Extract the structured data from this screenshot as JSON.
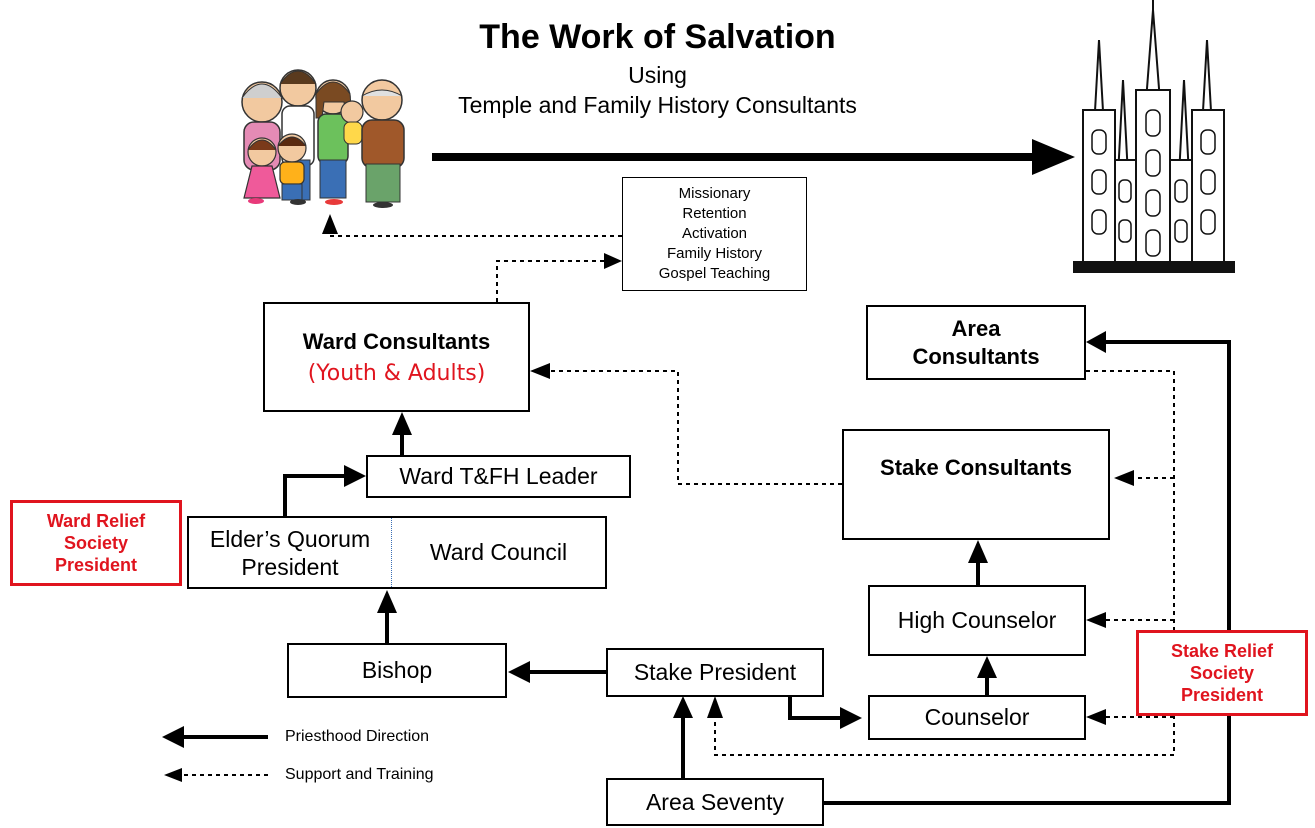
{
  "title": "The Work of Salvation",
  "subtitle_line1": "Using",
  "subtitle_line2": "Temple and Family History Consultants",
  "goals": [
    "Missionary",
    "Retention",
    "Activation",
    "Family History",
    "Gospel Teaching"
  ],
  "nodes": {
    "ward_consultants": "Ward Consultants",
    "ward_consultants_sub": "(Youth &  Adults)",
    "area_consultants_line1": "Area",
    "area_consultants_line2": "Consultants",
    "stake_consultants": "Stake Consultants",
    "ward_tfh_leader": "Ward T&FH Leader",
    "elders_quorum_line1": "Elder’s Quorum",
    "elders_quorum_line2": "President",
    "ward_council": "Ward Council",
    "high_counselor": "High Counselor",
    "bishop": "Bishop",
    "stake_president": "Stake President",
    "counselor": "Counselor",
    "area_seventy": "Area Seventy"
  },
  "callouts": {
    "ward_rs": [
      "Ward Relief",
      "Society",
      "President"
    ],
    "stake_rs": [
      "Stake Relief",
      "Society",
      "President"
    ]
  },
  "legend": {
    "solid": "Priesthood Direction",
    "dotted": "Support and Training"
  },
  "colors": {
    "accent_red": "#e0141e",
    "line": "#000000"
  },
  "icons": {
    "family": "family-illustration",
    "temple": "temple-illustration"
  }
}
